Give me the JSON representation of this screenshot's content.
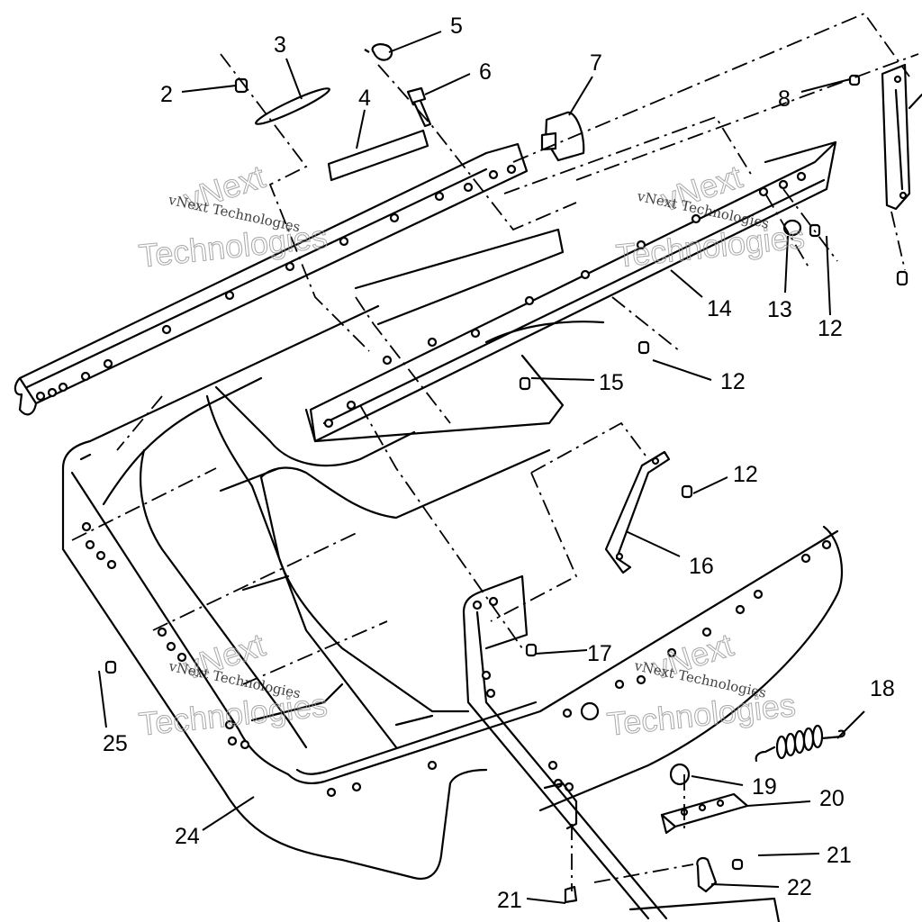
{
  "diagram": {
    "title": "Exploded parts view - front cab / body frame assembly",
    "callouts": [
      {
        "id": "2",
        "label": "2"
      },
      {
        "id": "3",
        "label": "3"
      },
      {
        "id": "4",
        "label": "4"
      },
      {
        "id": "5",
        "label": "5"
      },
      {
        "id": "6",
        "label": "6"
      },
      {
        "id": "7",
        "label": "7"
      },
      {
        "id": "8",
        "label": "8"
      },
      {
        "id": "12a",
        "label": "12"
      },
      {
        "id": "13",
        "label": "13"
      },
      {
        "id": "14",
        "label": "14"
      },
      {
        "id": "15",
        "label": "15"
      },
      {
        "id": "12b",
        "label": "12"
      },
      {
        "id": "12c",
        "label": "12"
      },
      {
        "id": "16",
        "label": "16"
      },
      {
        "id": "17",
        "label": "17"
      },
      {
        "id": "18",
        "label": "18"
      },
      {
        "id": "19",
        "label": "19"
      },
      {
        "id": "20",
        "label": "20"
      },
      {
        "id": "21a",
        "label": "21"
      },
      {
        "id": "22",
        "label": "22"
      },
      {
        "id": "21b",
        "label": "21"
      },
      {
        "id": "24",
        "label": "24"
      },
      {
        "id": "25",
        "label": "25"
      }
    ],
    "watermarks": [
      {
        "small": "vNext Technologies",
        "big_line1": "vNext",
        "big_line2": "Technologies"
      },
      {
        "small": "vNext Technologies",
        "big_line1": "vNext",
        "big_line2": "Technologies"
      },
      {
        "small": "vNext Technologies",
        "big_line1": "vNext",
        "big_line2": "Technologies"
      },
      {
        "small": "vNext Technologies",
        "big_line1": "vNext",
        "big_line2": "Technologies"
      }
    ]
  }
}
